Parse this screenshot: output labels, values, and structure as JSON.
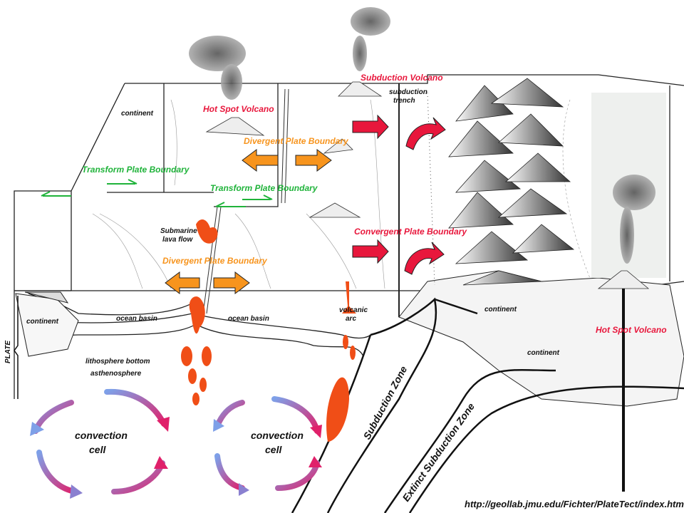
{
  "diagram": {
    "labels": {
      "continent_top": "continent",
      "hot_spot_volcano_top": "Hot Spot Volcano",
      "divergent_top": "Divergent Plate Boundary",
      "transform_left": "Transform Plate Boundary",
      "transform_mid": "Transform Plate Boundary",
      "subduction_volcano": "Subduction Volcano",
      "subduction_trench_1": "subduction",
      "subduction_trench_2": "trench",
      "convergent": "Convergent Plate Boundary",
      "submarine_1": "Submarine",
      "submarine_2": "lava flow",
      "divergent_bottom": "Divergent Plate Boundary",
      "continent_left": "continent",
      "ocean_basin_1": "ocean basin",
      "ocean_basin_2": "ocean basin",
      "volcanic_1": "volcanic",
      "volcanic_2": "arc",
      "plate": "PLATE",
      "lithosphere_bottom": "lithosphere bottom",
      "asthenosphere": "asthenosphere",
      "convection_1a": "convection",
      "convection_1b": "cell",
      "convection_2a": "convection",
      "convection_2b": "cell",
      "subduction_zone": "Subduction Zone",
      "extinct_subduction_zone": "Extinct Subduction Zone",
      "continent_right_1": "continent",
      "continent_right_2": "continent",
      "hot_spot_volcano_right": "Hot Spot Volcano"
    },
    "source_url": "http://geollab.jmu.edu/Fichter/PlateTect/index.html",
    "colors": {
      "red": "#e8173c",
      "orange": "#f7941d",
      "green": "#1fb33a",
      "magma": "#f04e17"
    }
  }
}
